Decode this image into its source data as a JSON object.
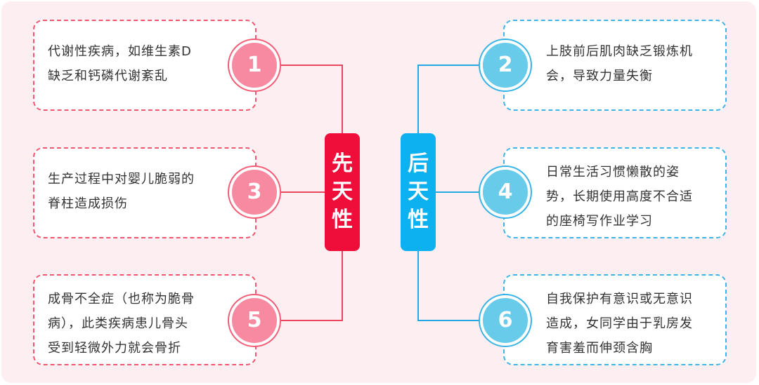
{
  "colors": {
    "congenital": "#ef0d3a",
    "acquired": "#0eb1ef",
    "background": "#fdeef1"
  },
  "congenital": {
    "label_chars": [
      "先",
      "天",
      "性"
    ],
    "items": [
      {
        "number": "1",
        "lines": [
          "代谢性疾病，如维生素D",
          "缺乏和钙磷代谢紊乱"
        ]
      },
      {
        "number": "3",
        "lines": [
          "生产过程中对婴儿脆弱的",
          "脊柱造成损伤"
        ]
      },
      {
        "number": "5",
        "lines": [
          "成骨不全症（也称为脆骨",
          "病），此类疾病患儿骨头",
          "受到轻微外力就会骨折"
        ]
      }
    ]
  },
  "acquired": {
    "label_chars": [
      "后",
      "天",
      "性"
    ],
    "items": [
      {
        "number": "2",
        "lines": [
          "上肢前后肌肉缺乏锻炼机",
          "会，导致力量失衡"
        ]
      },
      {
        "number": "4",
        "lines": [
          "日常生活习惯懒散的姿",
          "势，长期使用高度不合适",
          "的座椅写作业学习"
        ]
      },
      {
        "number": "6",
        "lines": [
          "自我保护有意识或无意识",
          "造成，女同学由于乳房发",
          "育害羞而伸颈含胸"
        ]
      }
    ]
  }
}
